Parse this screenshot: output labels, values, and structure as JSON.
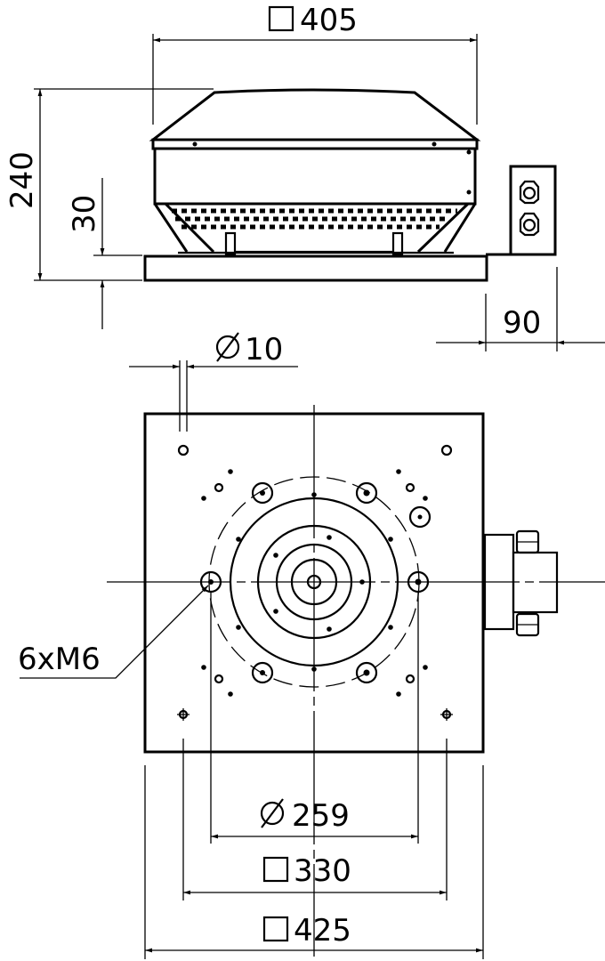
{
  "dimensions": {
    "top_width": {
      "symbol": "square",
      "value": "405"
    },
    "height_total": "240",
    "base_height": "30",
    "box_offset": "90",
    "hole_diameter": {
      "symbol": "diameter",
      "value": "10"
    },
    "bolt_label": "6xM6",
    "bolt_circle": {
      "symbol": "diameter",
      "value": "259"
    },
    "hole_spacing": {
      "symbol": "square",
      "value": "330"
    },
    "plate_width": {
      "symbol": "square",
      "value": "425"
    }
  }
}
